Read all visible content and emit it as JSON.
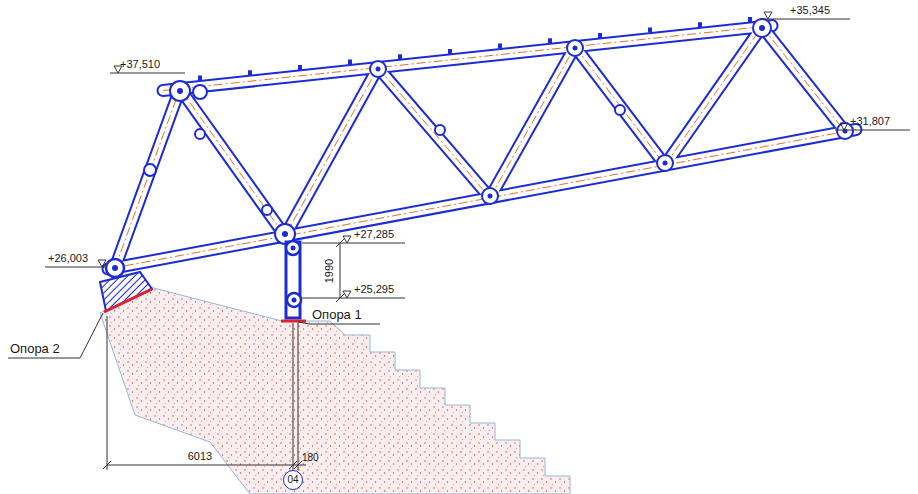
{
  "diagram": {
    "nodes": [
      {
        "text": [
          "04"
        ]
      }
    ],
    "labels": [
      "+37,510",
      "+35,345",
      "+31,807",
      "+26,003",
      "+27,285",
      "1990",
      "+25,295",
      "Опора 2",
      "Опора 1",
      "6013",
      "180"
    ]
  }
}
